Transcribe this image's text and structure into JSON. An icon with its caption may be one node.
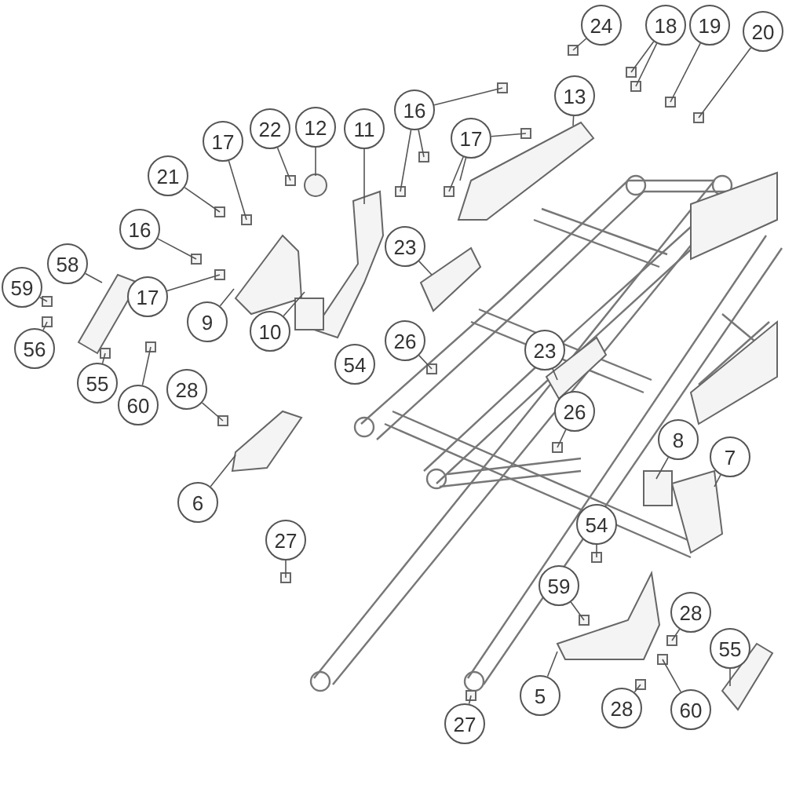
{
  "diagram": {
    "nodes": [
      {
        "text": [
          "24"
        ]
      },
      {
        "text": [
          "18"
        ]
      },
      {
        "text": [
          "19"
        ]
      },
      {
        "text": [
          "20"
        ]
      },
      {
        "text": [
          "16"
        ]
      },
      {
        "text": [
          "13"
        ]
      },
      {
        "text": [
          "22"
        ]
      },
      {
        "text": [
          "12"
        ]
      },
      {
        "text": [
          "11"
        ]
      },
      {
        "text": [
          "17"
        ]
      },
      {
        "text": [
          "17"
        ]
      },
      {
        "text": [
          "21"
        ]
      },
      {
        "text": [
          "16"
        ]
      },
      {
        "text": [
          "23"
        ]
      },
      {
        "text": [
          "58"
        ]
      },
      {
        "text": [
          "59"
        ]
      },
      {
        "text": [
          "17"
        ]
      },
      {
        "text": [
          "9"
        ]
      },
      {
        "text": [
          "10"
        ]
      },
      {
        "text": [
          "26"
        ]
      },
      {
        "text": [
          "56"
        ]
      },
      {
        "text": [
          "23"
        ]
      },
      {
        "text": [
          "54"
        ]
      },
      {
        "text": [
          "55"
        ]
      },
      {
        "text": [
          "28"
        ]
      },
      {
        "text": [
          "60"
        ]
      },
      {
        "text": [
          "26"
        ]
      },
      {
        "text": [
          "8"
        ]
      },
      {
        "text": [
          "7"
        ]
      },
      {
        "text": [
          "6"
        ]
      },
      {
        "text": [
          "54"
        ]
      },
      {
        "text": [
          "27"
        ]
      },
      {
        "text": [
          "59"
        ]
      },
      {
        "text": [
          "28"
        ]
      },
      {
        "text": [
          "55"
        ]
      },
      {
        "text": [
          "5"
        ]
      },
      {
        "text": [
          "28"
        ]
      },
      {
        "text": [
          "60"
        ]
      },
      {
        "text": [
          "27"
        ]
      }
    ],
    "edges": [
      {
        "from": 0,
        "to": null,
        "arrow": "none"
      },
      {
        "from": 1,
        "to": null,
        "arrow": "none"
      },
      {
        "from": 1,
        "to": null,
        "arrow": "none"
      },
      {
        "from": 2,
        "to": null,
        "arrow": "none"
      },
      {
        "from": 3,
        "to": null,
        "arrow": "none"
      },
      {
        "from": 4,
        "to": null,
        "arrow": "none"
      },
      {
        "from": 4,
        "to": null,
        "arrow": "none"
      },
      {
        "from": 4,
        "to": null,
        "arrow": "none"
      },
      {
        "from": 5,
        "to": null,
        "arrow": "none"
      },
      {
        "from": 9,
        "to": null,
        "arrow": "none"
      },
      {
        "from": 9,
        "to": null,
        "arrow": "none"
      },
      {
        "from": 9,
        "to": null,
        "arrow": "none"
      },
      {
        "from": 6,
        "to": null,
        "arrow": "none"
      },
      {
        "from": 7,
        "to": null,
        "arrow": "none"
      },
      {
        "from": 8,
        "to": null,
        "arrow": "none"
      },
      {
        "from": 10,
        "to": null,
        "arrow": "none"
      },
      {
        "from": 11,
        "to": null,
        "arrow": "none"
      },
      {
        "from": 12,
        "to": null,
        "arrow": "none"
      },
      {
        "from": 14,
        "to": null,
        "arrow": "none"
      },
      {
        "from": 15,
        "to": null,
        "arrow": "none"
      },
      {
        "from": 16,
        "to": null,
        "arrow": "none"
      },
      {
        "from": 17,
        "to": null,
        "arrow": "none"
      },
      {
        "from": 18,
        "to": null,
        "arrow": "none"
      },
      {
        "from": 20,
        "to": null,
        "arrow": "none"
      },
      {
        "from": 13,
        "to": null,
        "arrow": "none"
      },
      {
        "from": 19,
        "to": null,
        "arrow": "none"
      },
      {
        "from": 21,
        "to": null,
        "arrow": "none"
      },
      {
        "from": 23,
        "to": null,
        "arrow": "none"
      },
      {
        "from": 25,
        "to": null,
        "arrow": "none"
      },
      {
        "from": 24,
        "to": null,
        "arrow": "none"
      },
      {
        "from": 29,
        "to": null,
        "arrow": "none"
      },
      {
        "from": 31,
        "to": null,
        "arrow": "none"
      },
      {
        "from": 26,
        "to": null,
        "arrow": "none"
      },
      {
        "from": 27,
        "to": null,
        "arrow": "none"
      },
      {
        "from": 28,
        "to": null,
        "arrow": "none"
      },
      {
        "from": 30,
        "to": null,
        "arrow": "none"
      },
      {
        "from": 32,
        "to": null,
        "arrow": "none"
      },
      {
        "from": 33,
        "to": null,
        "arrow": "none"
      },
      {
        "from": 34,
        "to": null,
        "arrow": "none"
      },
      {
        "from": 35,
        "to": null,
        "arrow": "none"
      },
      {
        "from": 36,
        "to": null,
        "arrow": "none"
      },
      {
        "from": 37,
        "to": null,
        "arrow": "none"
      },
      {
        "from": 38,
        "to": null,
        "arrow": "none"
      }
    ]
  }
}
